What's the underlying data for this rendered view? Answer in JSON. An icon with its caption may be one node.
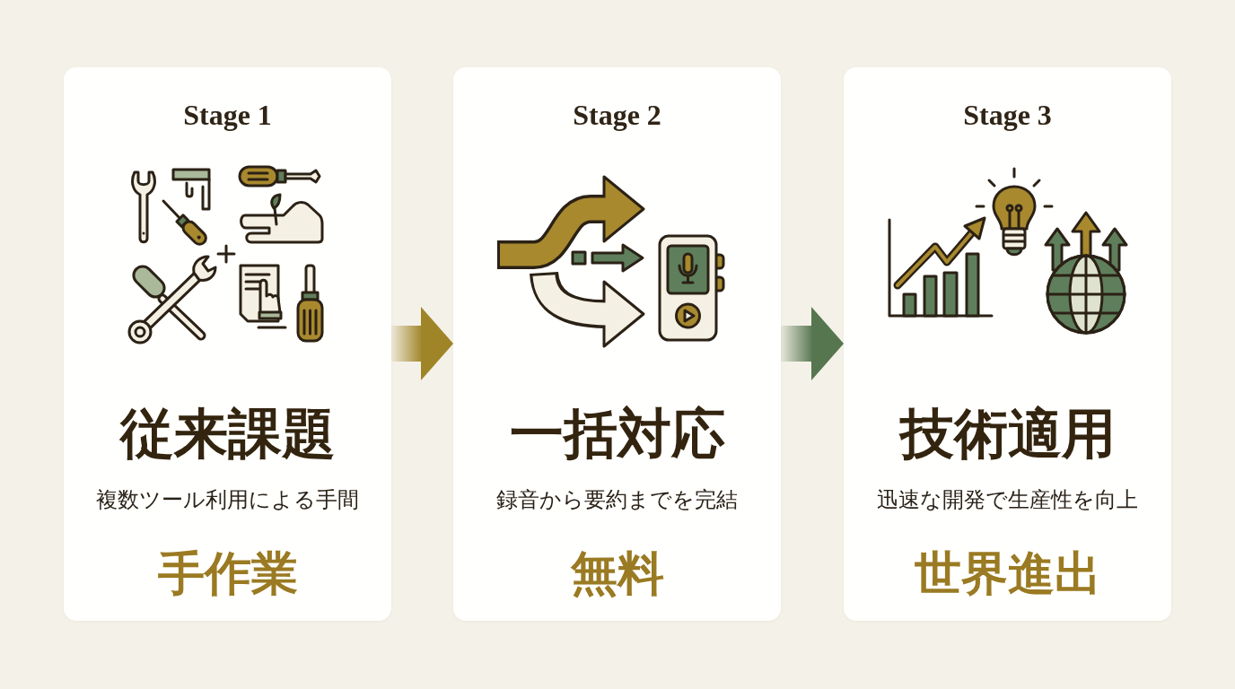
{
  "diagram": {
    "nodes": [
      {
        "text": [
          "Stage 1",
          "従来課題",
          "複数ツール利用による手間",
          "手作業"
        ]
      },
      {
        "text": [
          "Stage 2",
          "一括対応",
          "録音から要約までを完結",
          "無料"
        ]
      },
      {
        "text": [
          "Stage 3",
          "技術適用",
          "迅速な開発で生産性を向上",
          "世界進出"
        ]
      }
    ],
    "edges": [
      {
        "from": 0,
        "to": 1,
        "arrow": "to",
        "color": "#a08428"
      },
      {
        "from": 1,
        "to": 2,
        "arrow": "to",
        "color": "#56764f"
      }
    ]
  }
}
